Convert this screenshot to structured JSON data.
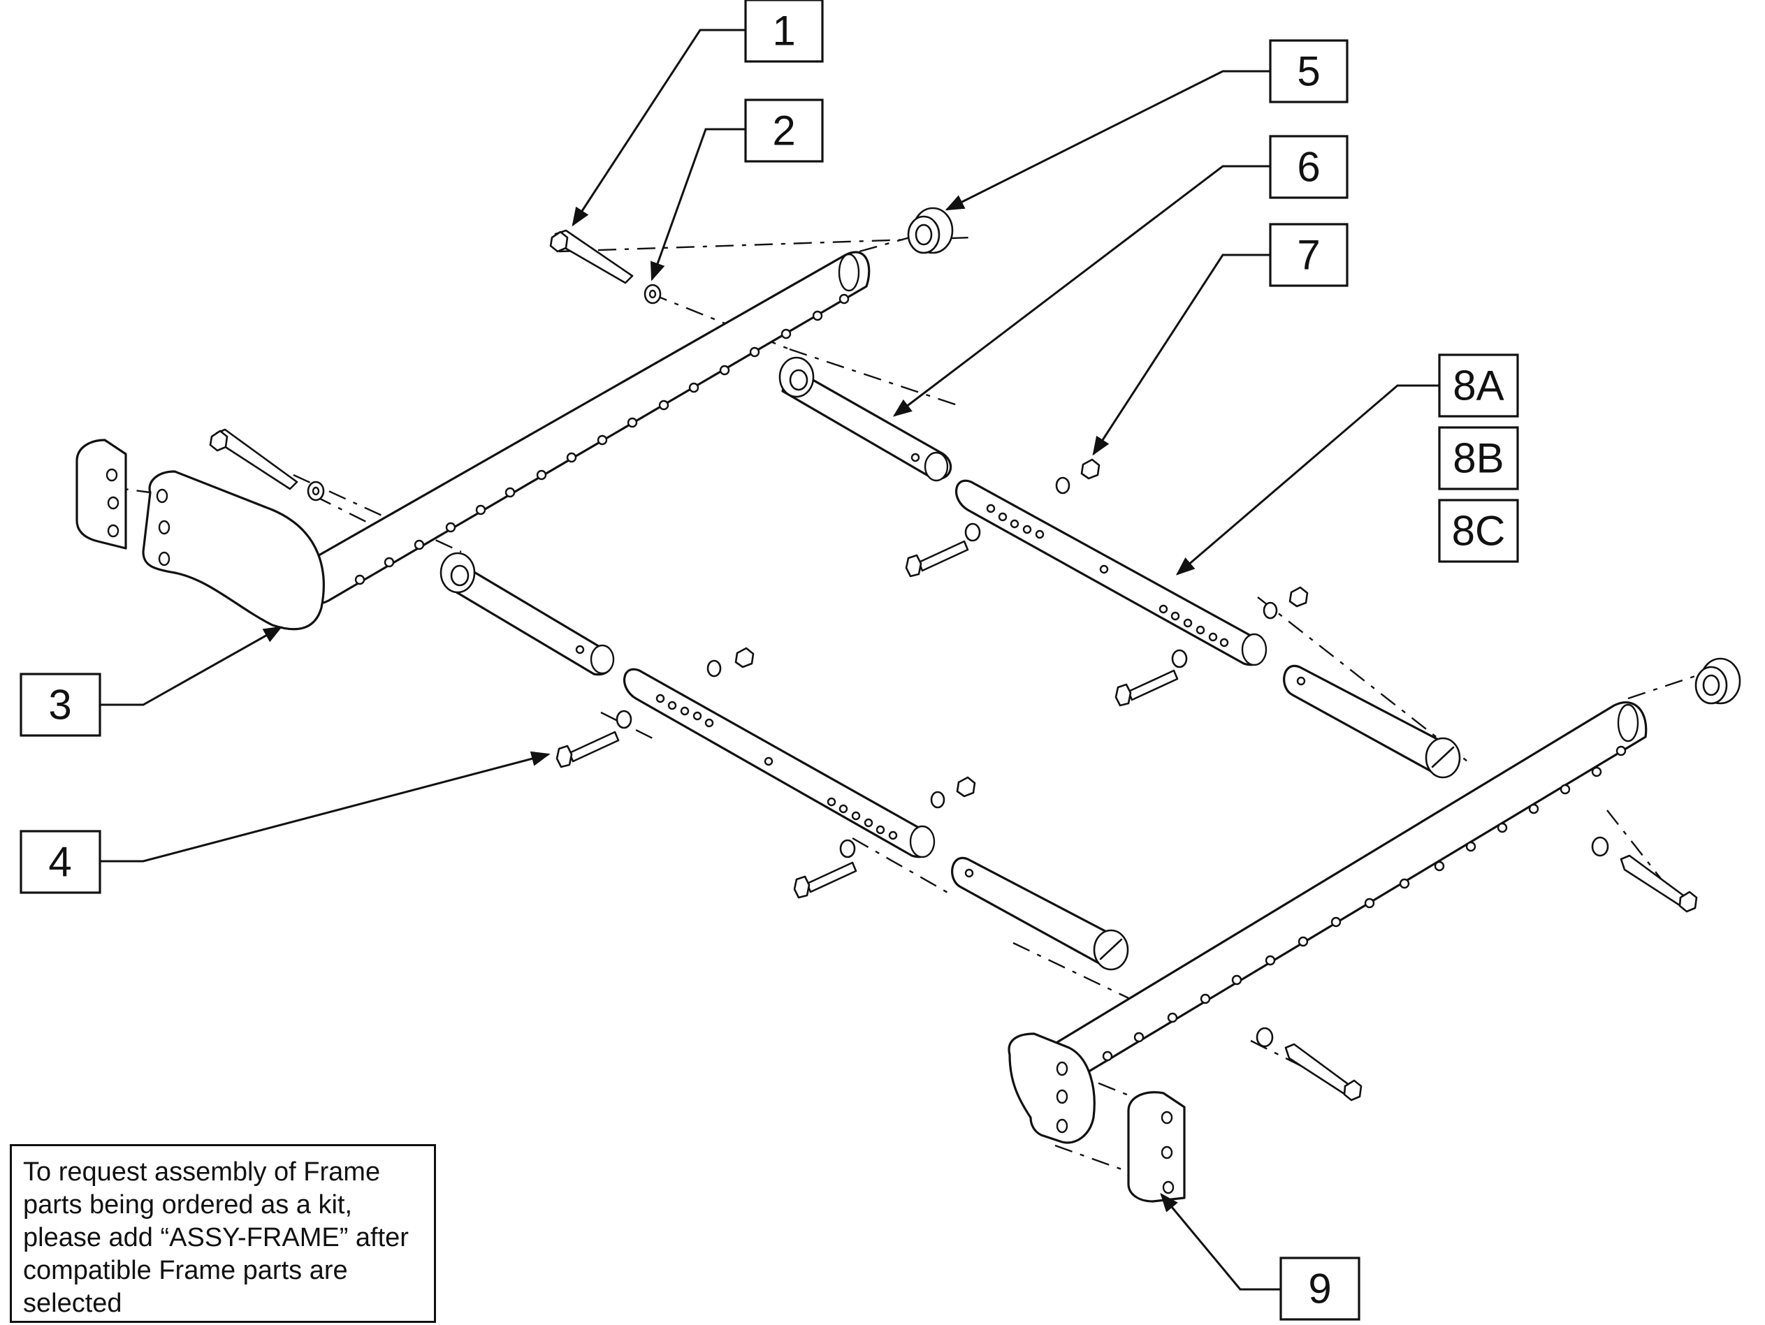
{
  "callouts": {
    "c1": "1",
    "c2": "2",
    "c3": "3",
    "c4": "4",
    "c5": "5",
    "c6": "6",
    "c7": "7",
    "c8a": "8A",
    "c8b": "8B",
    "c8c": "8C",
    "c9": "9"
  },
  "note": {
    "text": "To request assembly of Frame\nparts being ordered as a kit,\nplease add “ASSY-FRAME” after\ncompatible Frame parts are\nselected"
  }
}
